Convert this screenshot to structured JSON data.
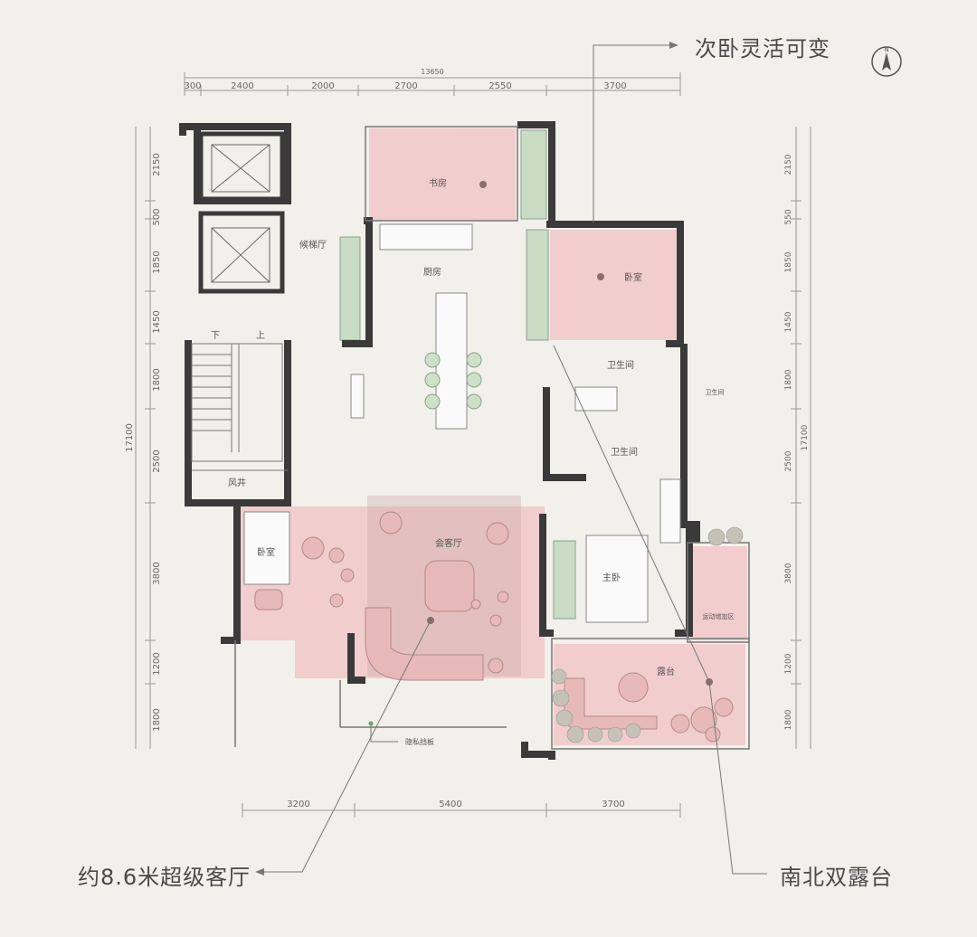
{
  "callouts": {
    "secondary_bedroom_flexible": "次卧灵活可变",
    "living_hall": "约8.6米超级客厅",
    "terraces": "南北双露台"
  },
  "compass": {
    "label": "N"
  },
  "dimensions": {
    "total_width": "13650",
    "top": [
      "300",
      "2400",
      "2000",
      "2700",
      "2550",
      "3700"
    ],
    "bottom": [
      "3200",
      "5400",
      "3700"
    ],
    "left": [
      "2150",
      "500",
      "1850",
      "1450",
      "1800",
      "2500",
      "3800",
      "1200",
      "1800"
    ],
    "right": [
      "2150",
      "550",
      "1850",
      "1450",
      "1800",
      "2500",
      "3800",
      "1200",
      "1800"
    ],
    "total_height": "17100"
  },
  "rooms": {
    "study": "书房",
    "kitchen": "厨房",
    "elevator_hall": "候梯厅",
    "bedroom_ne": "卧室",
    "bathroom_1": "卫生间",
    "bathroom_2": "卫生间",
    "bathroom_3": "卫生间",
    "stair_down": "下",
    "stair_up": "上",
    "air_shaft": "风井",
    "bedroom_sw": "卧室",
    "living": "会客厅",
    "master": "主卧",
    "activity_zone": "运动增加区",
    "terrace": "露台",
    "privacy_board": "隐私挡板"
  },
  "colors": {
    "pink": "#f1c8c8",
    "wall": "#3a3a3a",
    "green": "#c9dcc4",
    "accent_dot": "#8a6e6e",
    "line": "#8a8a8a"
  }
}
